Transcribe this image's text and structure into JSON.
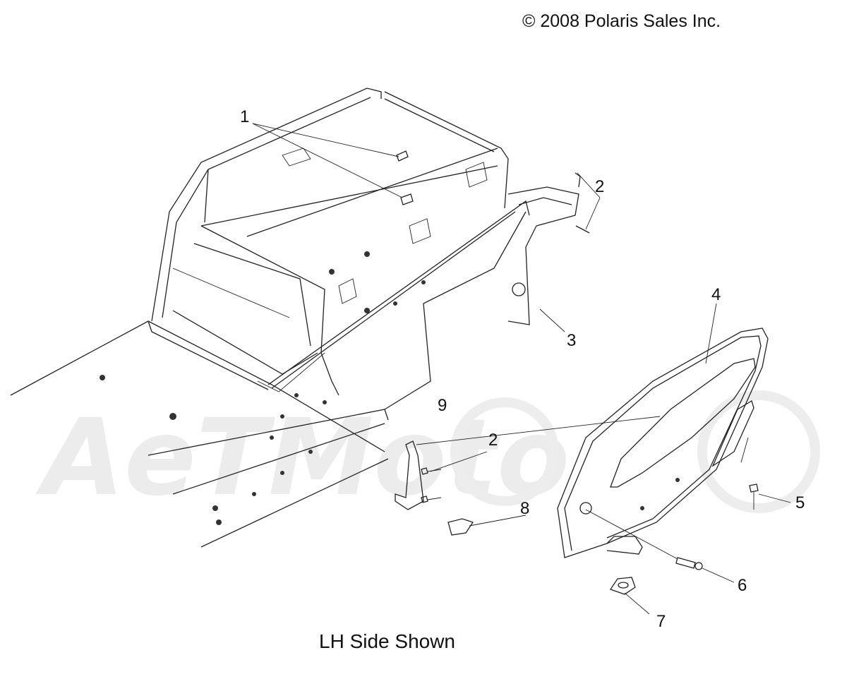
{
  "header": {
    "copyright": "© 2008 Polaris Sales Inc."
  },
  "caption": "LH Side Shown",
  "watermark": {
    "text": "AeTMoto"
  },
  "callouts": [
    {
      "id": "1",
      "label": "1"
    },
    {
      "id": "2a",
      "label": "2"
    },
    {
      "id": "3",
      "label": "3"
    },
    {
      "id": "4",
      "label": "4"
    },
    {
      "id": "9",
      "label": "9"
    },
    {
      "id": "2b",
      "label": "2"
    },
    {
      "id": "8",
      "label": "8"
    },
    {
      "id": "5",
      "label": "5"
    },
    {
      "id": "6",
      "label": "6"
    },
    {
      "id": "7",
      "label": "7"
    }
  ]
}
